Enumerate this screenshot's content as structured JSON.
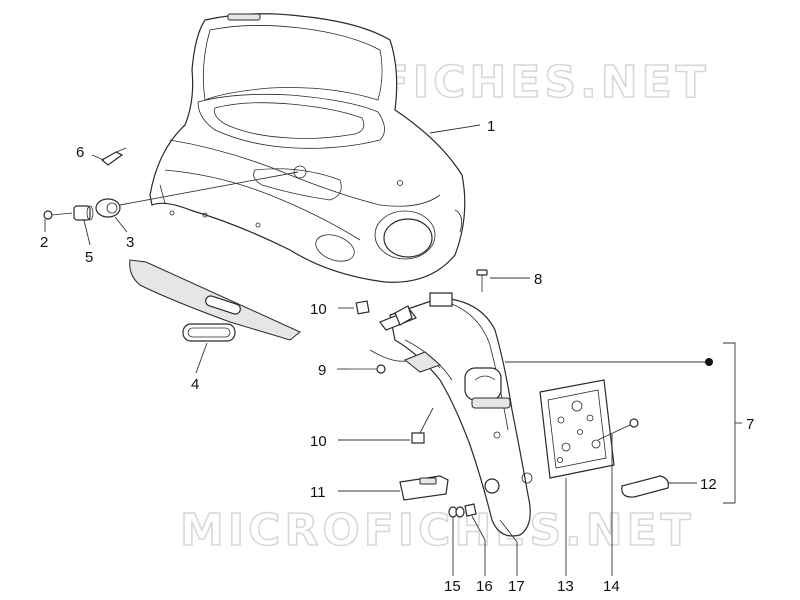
{
  "watermark": "MICROFICHES.NET",
  "callouts": {
    "p1": "1",
    "p2": "2",
    "p3": "3",
    "p4": "4",
    "p5": "5",
    "p6": "6",
    "p7": "7",
    "p8": "8",
    "p9": "9",
    "p10a": "10",
    "p10b": "10",
    "p11": "11",
    "p12": "12",
    "p13": "13",
    "p14": "14",
    "p15": "15",
    "p16": "16",
    "p17": "17"
  },
  "colors": {
    "line": "#2a2a2a",
    "watermark": "#d8d8d8",
    "background": "#ffffff"
  }
}
